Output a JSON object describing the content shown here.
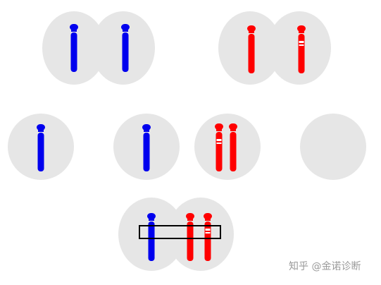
{
  "colors": {
    "cell": "#e6e6e6",
    "blue_chromosome": "#0000ee",
    "red_chromosome": "#ff0000",
    "highlight_box": "#000000",
    "watermark_text": "#9a9a9a"
  },
  "groups": [
    {
      "id": "top-left-pair",
      "cells": 2,
      "chromosomes": [
        "blue",
        "blue"
      ]
    },
    {
      "id": "top-right-pair",
      "cells": 2,
      "chromosomes": [
        "red",
        "red-banded"
      ]
    },
    {
      "id": "middle-single-blue",
      "cells": 1,
      "chromosomes": [
        "blue"
      ]
    },
    {
      "id": "middle-single-blue-2",
      "cells": 1,
      "chromosomes": [
        "blue"
      ]
    },
    {
      "id": "middle-single-red-pair",
      "cells": 1,
      "chromosomes": [
        "red-banded",
        "red"
      ]
    },
    {
      "id": "middle-empty",
      "cells": 1,
      "chromosomes": []
    },
    {
      "id": "bottom-fusion-pair",
      "cells": 2,
      "chromosomes": [
        "blue",
        "red",
        "red-banded"
      ],
      "highlighted": true
    }
  ],
  "watermark": "知乎 @金诺诊断"
}
